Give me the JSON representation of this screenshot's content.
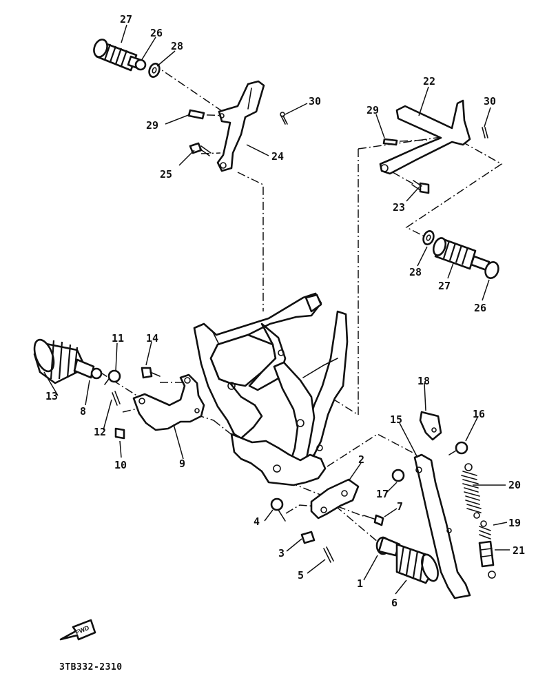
{
  "diagram": {
    "catalog_code": "3TB332-2310",
    "front_arrow_label": "FWD",
    "callouts": [
      {
        "id": "c27a",
        "text": "27"
      },
      {
        "id": "c26a",
        "text": "26"
      },
      {
        "id": "c28a",
        "text": "28"
      },
      {
        "id": "c30a",
        "text": "30"
      },
      {
        "id": "c29a",
        "text": "29"
      },
      {
        "id": "c24",
        "text": "24"
      },
      {
        "id": "c25",
        "text": "25"
      },
      {
        "id": "c22",
        "text": "22"
      },
      {
        "id": "c29b",
        "text": "29"
      },
      {
        "id": "c30b",
        "text": "30"
      },
      {
        "id": "c23",
        "text": "23"
      },
      {
        "id": "c28b",
        "text": "28"
      },
      {
        "id": "c27b",
        "text": "27"
      },
      {
        "id": "c26b",
        "text": "26"
      },
      {
        "id": "c11",
        "text": "11"
      },
      {
        "id": "c14",
        "text": "14"
      },
      {
        "id": "c13",
        "text": "13"
      },
      {
        "id": "c8",
        "text": "8"
      },
      {
        "id": "c12",
        "text": "12"
      },
      {
        "id": "c10",
        "text": "10"
      },
      {
        "id": "c9",
        "text": "9"
      },
      {
        "id": "c18",
        "text": "18"
      },
      {
        "id": "c15",
        "text": "15"
      },
      {
        "id": "c16",
        "text": "16"
      },
      {
        "id": "c2",
        "text": "2"
      },
      {
        "id": "c17",
        "text": "17"
      },
      {
        "id": "c20",
        "text": "20"
      },
      {
        "id": "c4",
        "text": "4"
      },
      {
        "id": "c7",
        "text": "7"
      },
      {
        "id": "c19",
        "text": "19"
      },
      {
        "id": "c3",
        "text": "3"
      },
      {
        "id": "c21",
        "text": "21"
      },
      {
        "id": "c5",
        "text": "5"
      },
      {
        "id": "c1",
        "text": "1"
      },
      {
        "id": "c6",
        "text": "6"
      }
    ]
  }
}
